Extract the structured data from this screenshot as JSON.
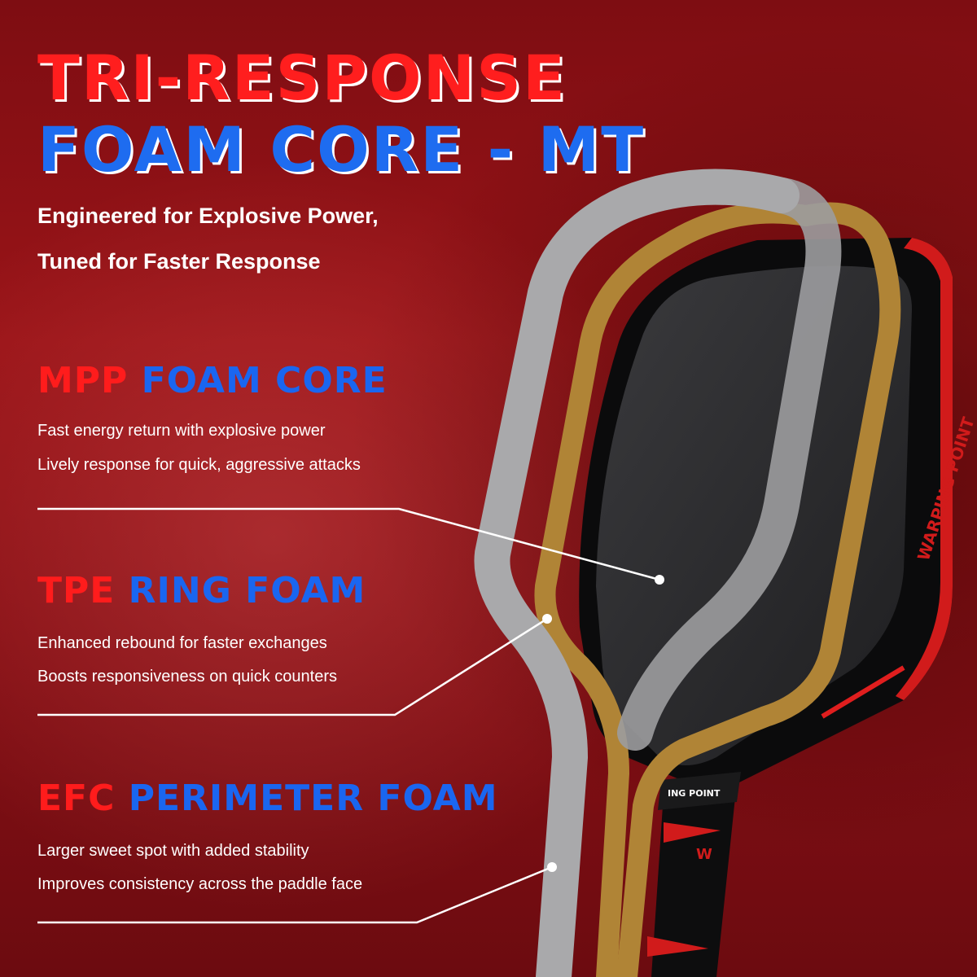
{
  "headline": {
    "line1": "TRI-RESPONSE",
    "line2": "FOAM CORE - MT"
  },
  "subtitle": {
    "line1": "Engineered for Explosive Power,",
    "line2": "Tuned for Faster Response"
  },
  "sections": [
    {
      "title_red": "MPP",
      "title_blue": "FOAM CORE",
      "lines": [
        "Fast energy return with explosive power",
        "Lively response for quick, aggressive attacks"
      ]
    },
    {
      "title_red": "TPE",
      "title_blue": "RING FOAM",
      "lines": [
        "Enhanced rebound for faster exchanges",
        "Boosts responsiveness on quick counters"
      ]
    },
    {
      "title_red": "EFC",
      "title_blue": "PERIMETER FOAM",
      "lines": [
        "Larger sweet spot with added stability",
        "Improves consistency across the paddle face"
      ]
    }
  ],
  "paddle": {
    "edge_brand": "WARPING POINT",
    "collar_brand": "ING POINT",
    "handle_mark": "W"
  },
  "colors": {
    "red": "#ff1c1c",
    "blue": "#1a66f0",
    "gray_foam": "#a9a9ab",
    "gold_foam": "#b08436",
    "paddle_face": "#2a2a2c"
  }
}
